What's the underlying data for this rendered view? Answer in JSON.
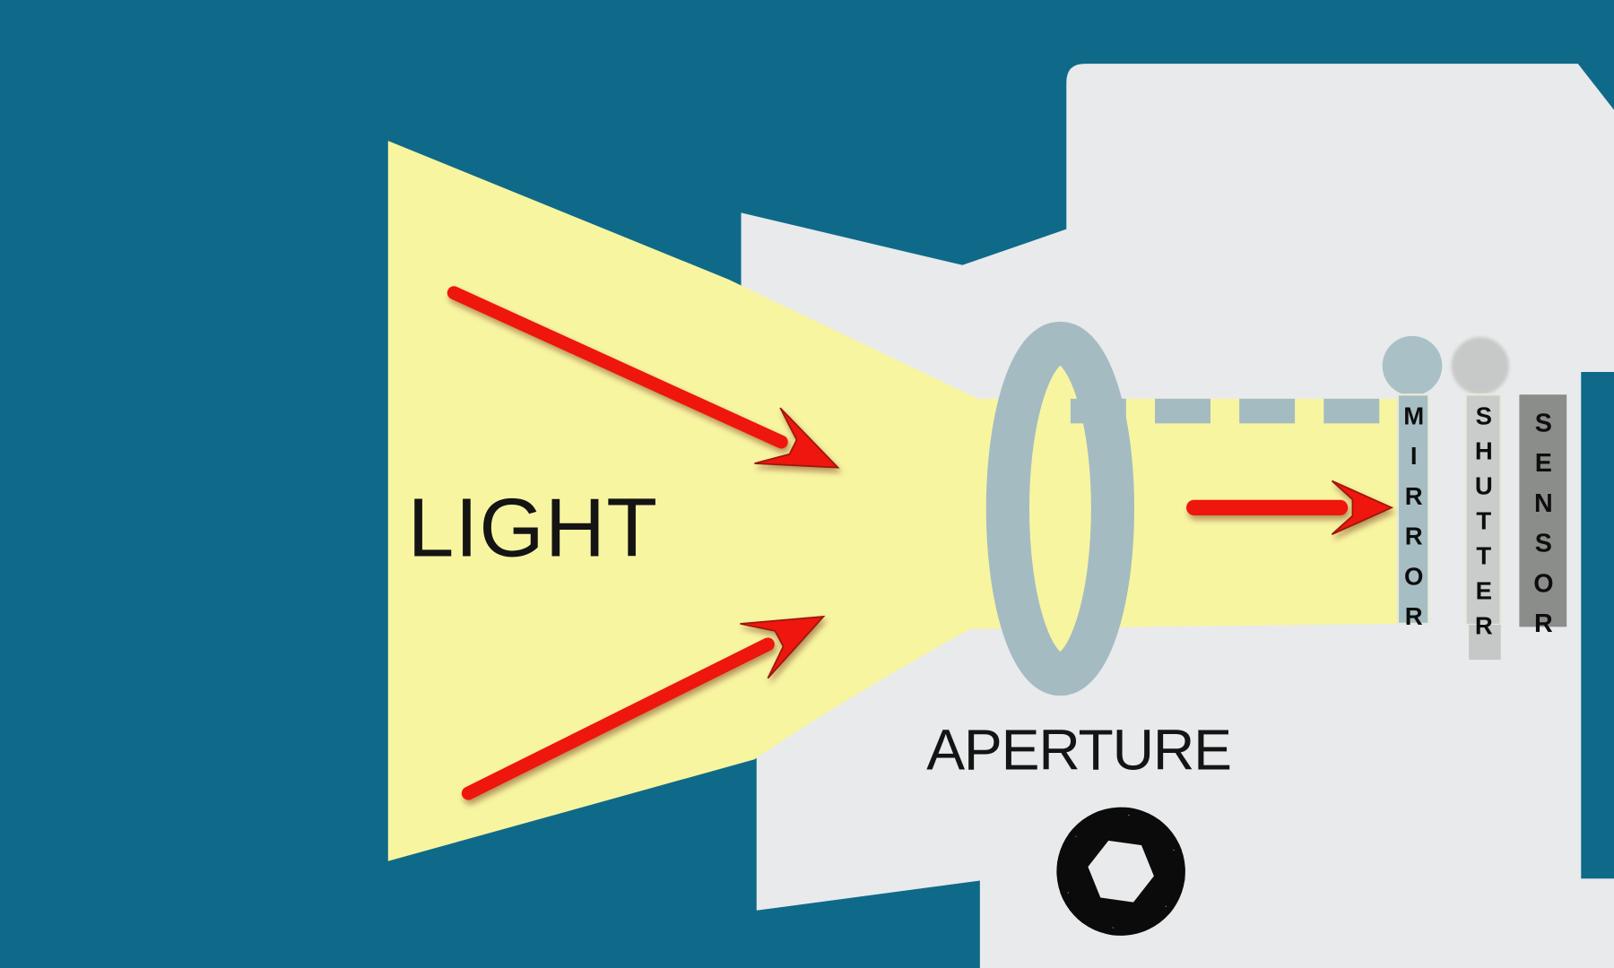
{
  "diagram": {
    "title_labels": {
      "light": "LIGHT",
      "aperture": "APERTURE"
    },
    "component_labels": {
      "mirror": "MIRROR",
      "shutter": "SHUTTER",
      "sensor": "SENSOR"
    },
    "colors": {
      "background": "#0f6a89",
      "beam": "#f8f5a1",
      "camera_body": "#e8eaec",
      "aperture_ring": "#a4bcc1",
      "dash": "#a4bcc1",
      "mirror_bar": "#a6bec3",
      "mirror_circle": "#a9c1c6",
      "bar_outline": "#e8e9d8",
      "shutter_bar": "#cacccb",
      "shutter_circle": "#c7c9c8",
      "shutter_foot": "#c6c8c7",
      "sensor_bar": "#8b8d8b",
      "arrow": "#ee1708",
      "arrow_edge": "#9b150c",
      "icon": "#0b0b0b",
      "label_text": "#141414"
    }
  }
}
